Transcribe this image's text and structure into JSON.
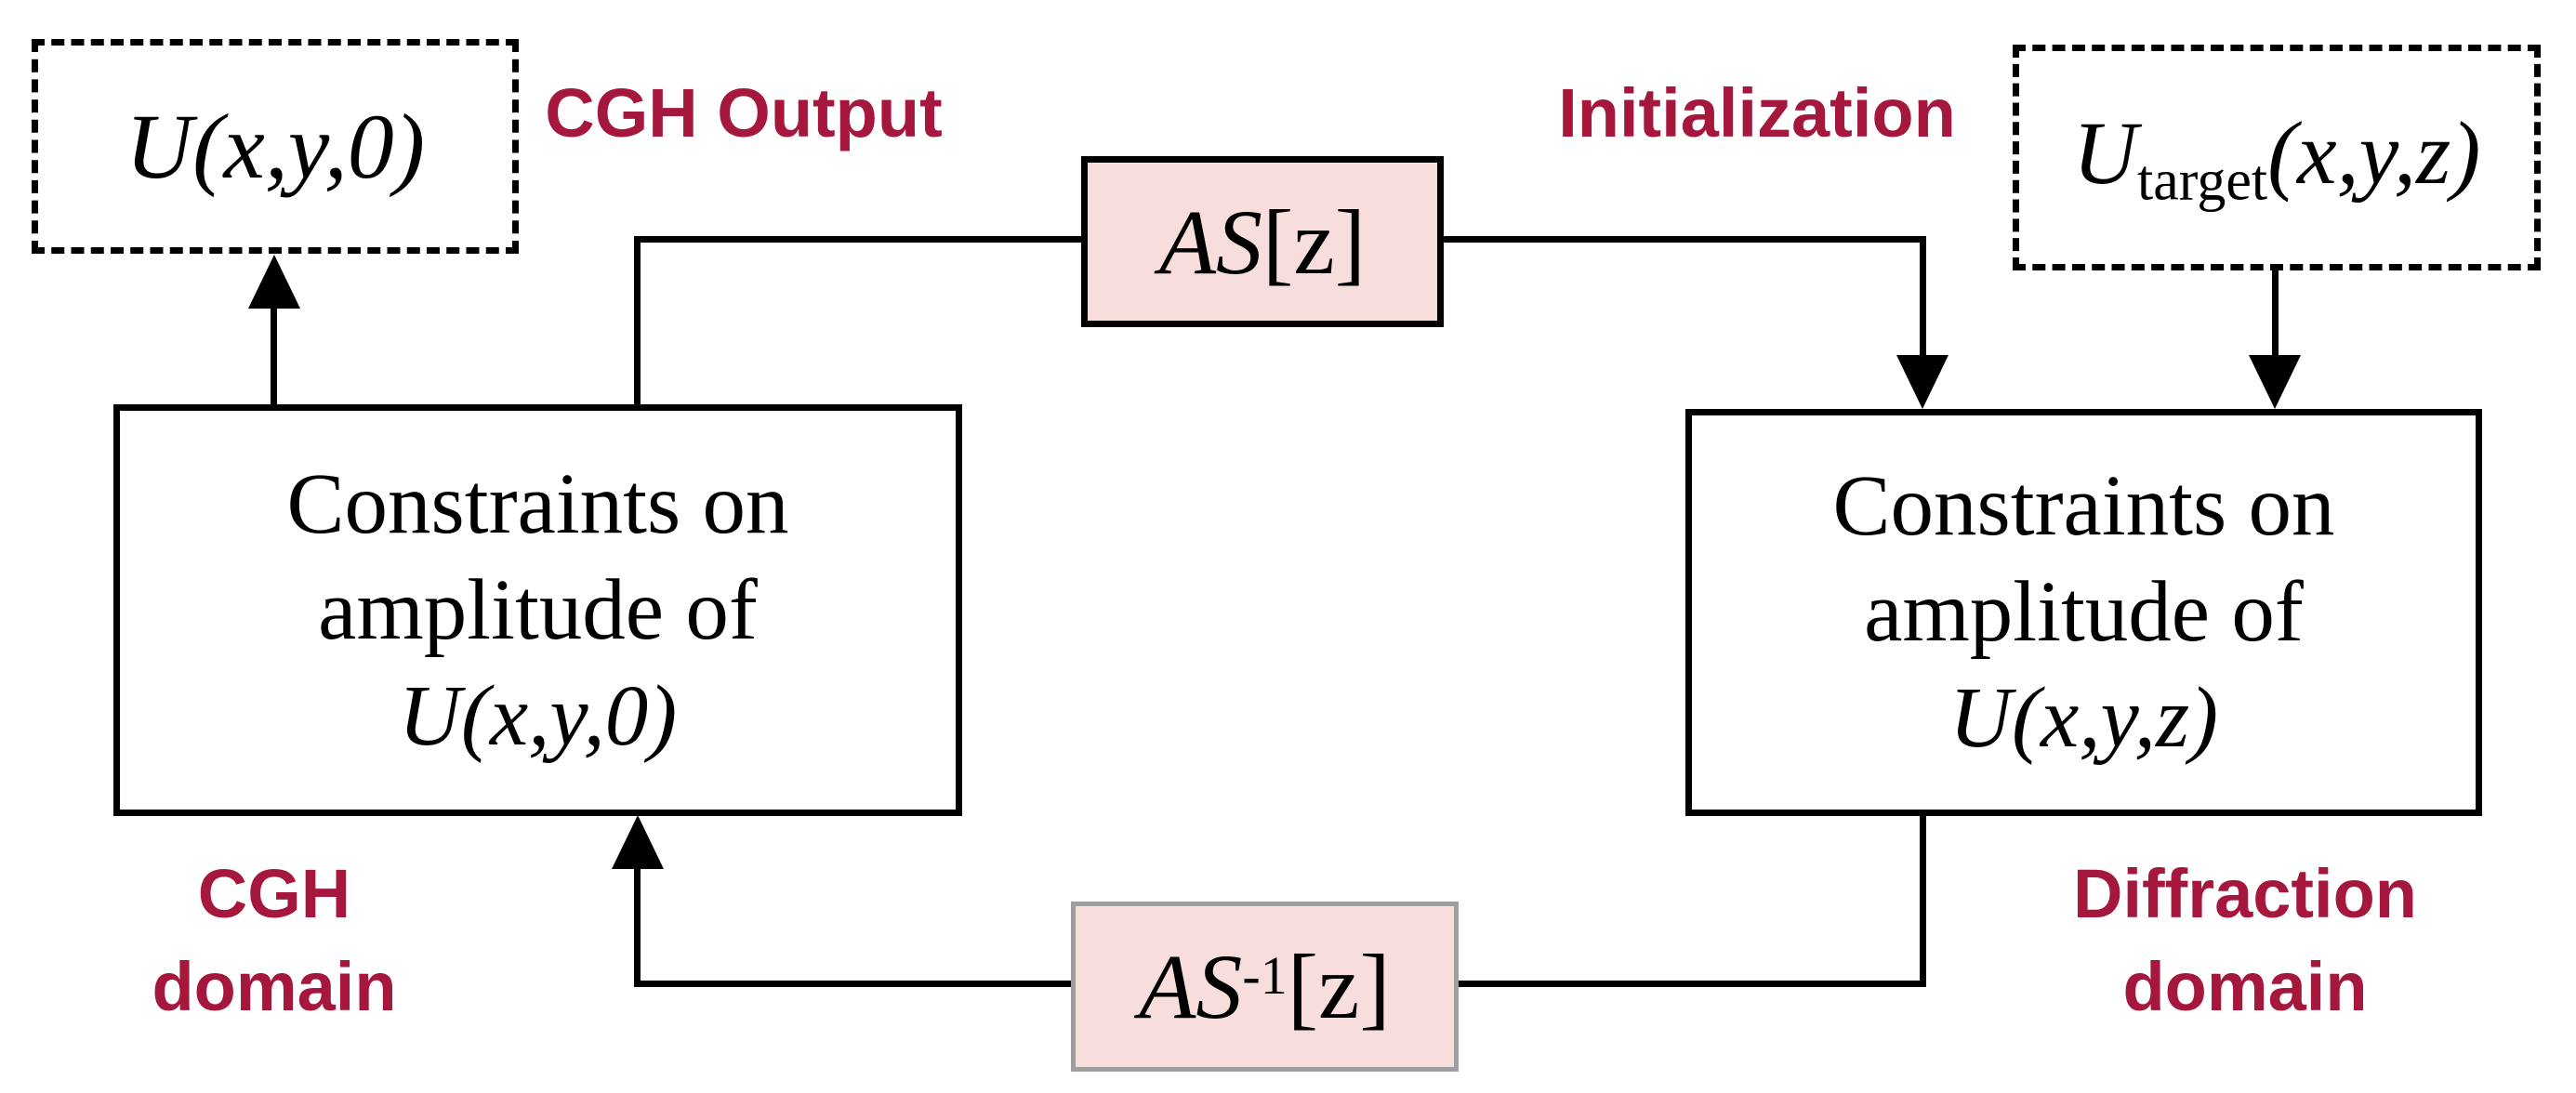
{
  "diagram": {
    "colors": {
      "background": "#FFFFFF",
      "accent_text": "#A5173C",
      "operator_fill": "#F8DDDD",
      "operator_border_dark": "#000000",
      "operator_border_gray": "#9E9E9E",
      "line": "#000000"
    },
    "annotations": {
      "cgh_output": "CGH Output",
      "initialization": "Initialization",
      "cgh_domain": {
        "line1": "CGH",
        "line2": "domain"
      },
      "diffraction_domain": {
        "line1": "Diffraction",
        "line2": "domain"
      }
    },
    "fields": {
      "cgh_field": "U(x,y,0)",
      "target_field": {
        "base": "U",
        "subscript": "target",
        "args": "(x,y,z)"
      }
    },
    "constraint_boxes": {
      "left": {
        "line1": "Constraints on",
        "line2": "amplitude of",
        "line3": "U(x,y,0)"
      },
      "right": {
        "line1": "Constraints on",
        "line2": "amplitude of",
        "line3": "U(x,y,z)"
      }
    },
    "operators": {
      "forward": {
        "base": "AS",
        "arg": "[z]"
      },
      "inverse": {
        "base": "AS",
        "superscript": "-1",
        "arg": "[z]"
      }
    }
  }
}
